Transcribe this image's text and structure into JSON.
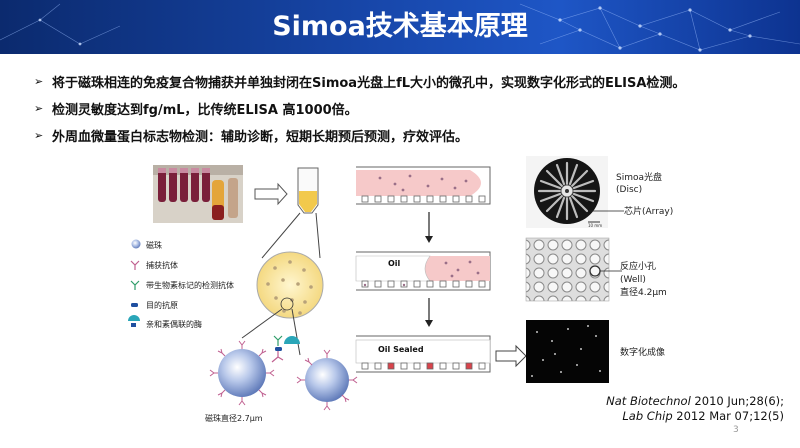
{
  "slide": {
    "title": "Simoa技术基本原理",
    "page_number": "3"
  },
  "bullets": [
    {
      "text": "将于磁珠相连的免疫复合物捕获并单独封闭在Simoa光盘上fL大小的微孔中，实现数字化形式的ELISA检测。"
    },
    {
      "text": "检测灵敏度达到fg/mL，比传统ELISA 高1000倍。"
    },
    {
      "text": "外周血微量蛋白标志物检测：辅助诊断，短期长期预后预测，疗效评估。"
    }
  ],
  "legend": {
    "bead": "磁珠",
    "capture_antibody": "捕获抗体",
    "biotin_antibody": "带生物素标记的检测抗体",
    "target_antigen": "目的抗原",
    "enzyme": "亲和素偶联的酶"
  },
  "bead_size": "磁珠直径2.7μm",
  "steps": {
    "oil": "Oil",
    "oil_sealed": "Oil Sealed"
  },
  "disc": {
    "name": "Simoa光盘",
    "name_en": "(Disc)",
    "array": "芯片(Array)",
    "scale": "10 mm"
  },
  "well": {
    "line1": "反应小孔",
    "line2": "(Well)",
    "line3": "直径4.2μm"
  },
  "digital": "数字化成像",
  "citations": [
    {
      "journal": "Nat Biotechnol",
      "rest": " 2010 Jun;28(6);"
    },
    {
      "journal": "Lab Chip",
      "rest": " 2012 Mar 07;12(5)"
    }
  ],
  "colors": {
    "header_dark": "#0b2a6e",
    "header_light": "#1e56c6",
    "bead": "#8fa8d8",
    "pink": "#f6c9c9",
    "red_well": "#d9434b",
    "yellow": "#f5dd8a"
  }
}
